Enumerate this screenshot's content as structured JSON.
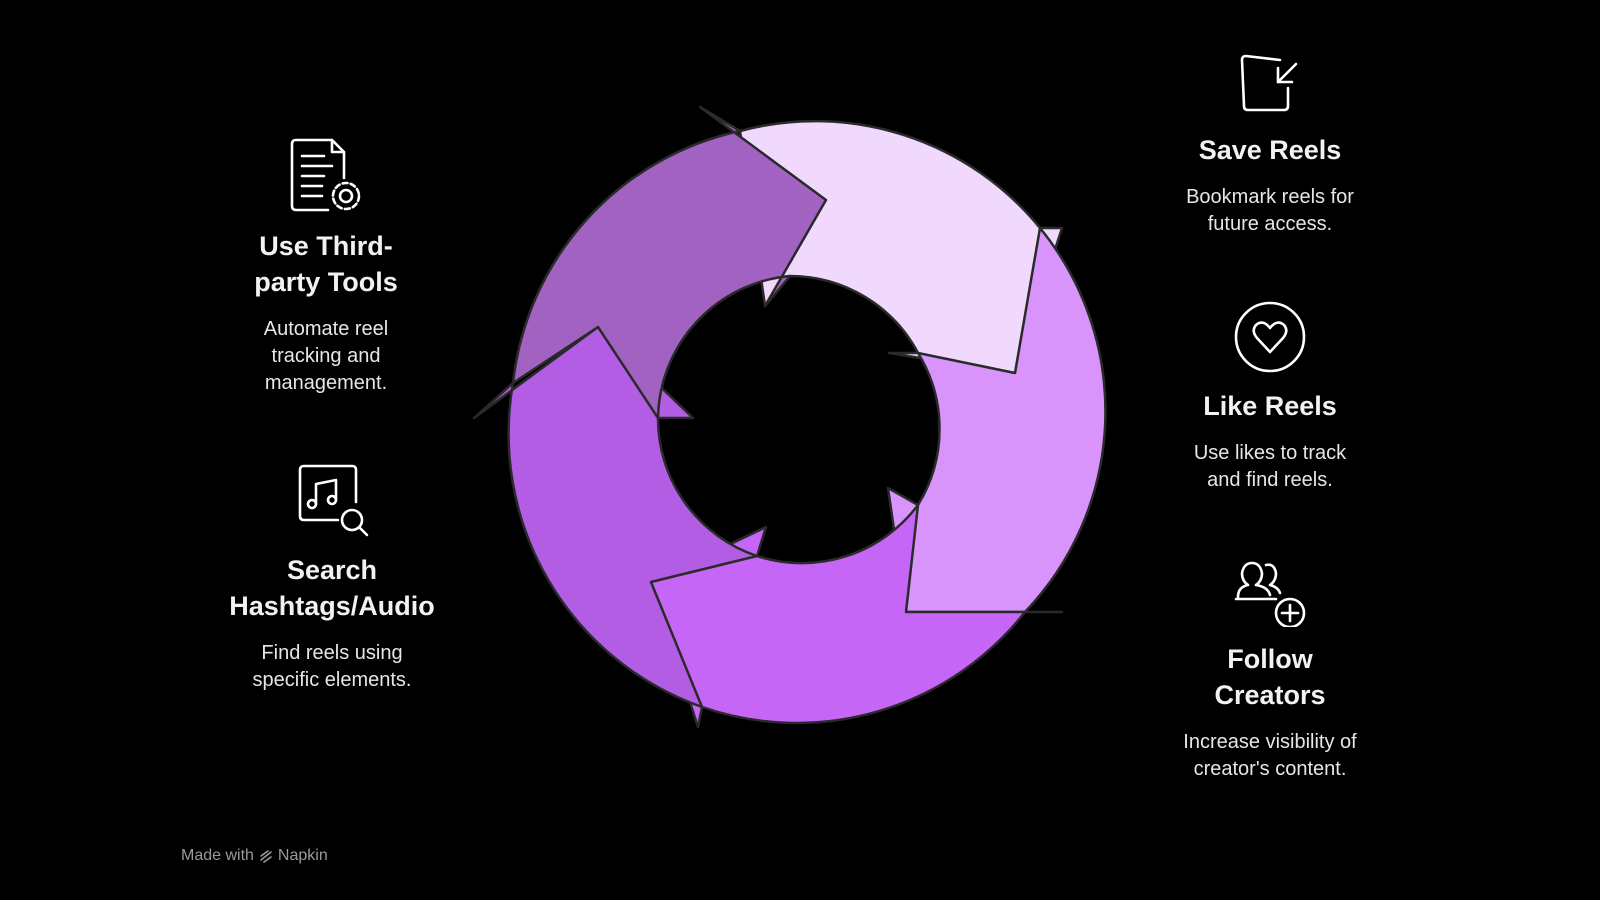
{
  "colors": {
    "background": "#000000",
    "segment_top": "#f0d9fd",
    "segment_right": "#d994fb",
    "segment_bottom": "#c566f7",
    "segment_left": "#b35de5",
    "segment_topleft": "#a262c2",
    "stroke": "#2a2a2a"
  },
  "steps": [
    {
      "title": "Save Reels",
      "description": "Bookmark reels for future access.",
      "icon": "save-bookmark-icon"
    },
    {
      "title": "Like Reels",
      "description": "Use likes to track and find reels.",
      "icon": "heart-icon"
    },
    {
      "title": "Follow Creators",
      "description": "Increase visibility of creator's content.",
      "icon": "follow-users-icon"
    },
    {
      "title": "Search Hashtags/Audio",
      "description": "Find reels using specific elements.",
      "icon": "music-search-icon"
    },
    {
      "title": "Use Third-party Tools",
      "description": "Automate reel tracking and management.",
      "icon": "document-gear-icon"
    }
  ],
  "footer": {
    "made_with": "Made with",
    "brand": "Napkin"
  }
}
